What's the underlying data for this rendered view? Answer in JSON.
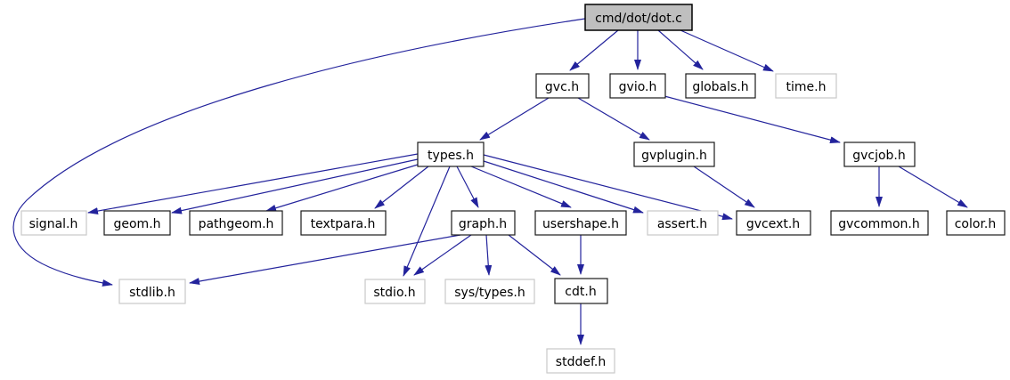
{
  "graph": {
    "name": "include-dependency-graph",
    "root_file": "cmd/dot/dot.c",
    "colors": {
      "edge": "#23239c",
      "node_border": "#1a1a1a",
      "external_node_border": "#c9c9c9",
      "main_node_fill": "#bfbfbf",
      "node_fill": "#ffffff",
      "text": "#000000",
      "background": "#ffffff"
    }
  },
  "nodes": {
    "dotc": {
      "label": "cmd/dot/dot.c",
      "type": "main"
    },
    "gvc": {
      "label": "gvc.h",
      "type": "internal"
    },
    "gvio": {
      "label": "gvio.h",
      "type": "internal"
    },
    "globals": {
      "label": "globals.h",
      "type": "internal"
    },
    "time": {
      "label": "time.h",
      "type": "external"
    },
    "types": {
      "label": "types.h",
      "type": "internal"
    },
    "gvplugin": {
      "label": "gvplugin.h",
      "type": "internal"
    },
    "gvcjob": {
      "label": "gvcjob.h",
      "type": "internal"
    },
    "signal": {
      "label": "signal.h",
      "type": "external"
    },
    "geom": {
      "label": "geom.h",
      "type": "internal"
    },
    "pathgeom": {
      "label": "pathgeom.h",
      "type": "internal"
    },
    "textpara": {
      "label": "textpara.h",
      "type": "internal"
    },
    "graph": {
      "label": "graph.h",
      "type": "internal"
    },
    "usershape": {
      "label": "usershape.h",
      "type": "internal"
    },
    "asserth": {
      "label": "assert.h",
      "type": "external"
    },
    "gvcext": {
      "label": "gvcext.h",
      "type": "internal"
    },
    "gvcommon": {
      "label": "gvcommon.h",
      "type": "internal"
    },
    "color": {
      "label": "color.h",
      "type": "internal"
    },
    "stdlib": {
      "label": "stdlib.h",
      "type": "external"
    },
    "stdio": {
      "label": "stdio.h",
      "type": "external"
    },
    "systypes": {
      "label": "sys/types.h",
      "type": "external"
    },
    "cdt": {
      "label": "cdt.h",
      "type": "internal"
    },
    "stddef": {
      "label": "stddef.h",
      "type": "external"
    }
  },
  "edges": [
    {
      "from": "cmd/dot/dot.c",
      "to": "gvc.h"
    },
    {
      "from": "cmd/dot/dot.c",
      "to": "gvio.h"
    },
    {
      "from": "cmd/dot/dot.c",
      "to": "globals.h"
    },
    {
      "from": "cmd/dot/dot.c",
      "to": "time.h"
    },
    {
      "from": "cmd/dot/dot.c",
      "to": "stdlib.h"
    },
    {
      "from": "gvc.h",
      "to": "types.h"
    },
    {
      "from": "gvc.h",
      "to": "gvplugin.h"
    },
    {
      "from": "gvio.h",
      "to": "gvcjob.h"
    },
    {
      "from": "types.h",
      "to": "signal.h"
    },
    {
      "from": "types.h",
      "to": "geom.h"
    },
    {
      "from": "types.h",
      "to": "pathgeom.h"
    },
    {
      "from": "types.h",
      "to": "textpara.h"
    },
    {
      "from": "types.h",
      "to": "graph.h"
    },
    {
      "from": "types.h",
      "to": "usershape.h"
    },
    {
      "from": "types.h",
      "to": "assert.h"
    },
    {
      "from": "types.h",
      "to": "gvcext.h"
    },
    {
      "from": "types.h",
      "to": "stdio.h"
    },
    {
      "from": "graph.h",
      "to": "stdlib.h"
    },
    {
      "from": "graph.h",
      "to": "stdio.h"
    },
    {
      "from": "graph.h",
      "to": "sys/types.h"
    },
    {
      "from": "graph.h",
      "to": "cdt.h"
    },
    {
      "from": "usershape.h",
      "to": "cdt.h"
    },
    {
      "from": "gvplugin.h",
      "to": "gvcext.h"
    },
    {
      "from": "gvcjob.h",
      "to": "gvcommon.h"
    },
    {
      "from": "gvcjob.h",
      "to": "color.h"
    },
    {
      "from": "cdt.h",
      "to": "stddef.h"
    }
  ]
}
